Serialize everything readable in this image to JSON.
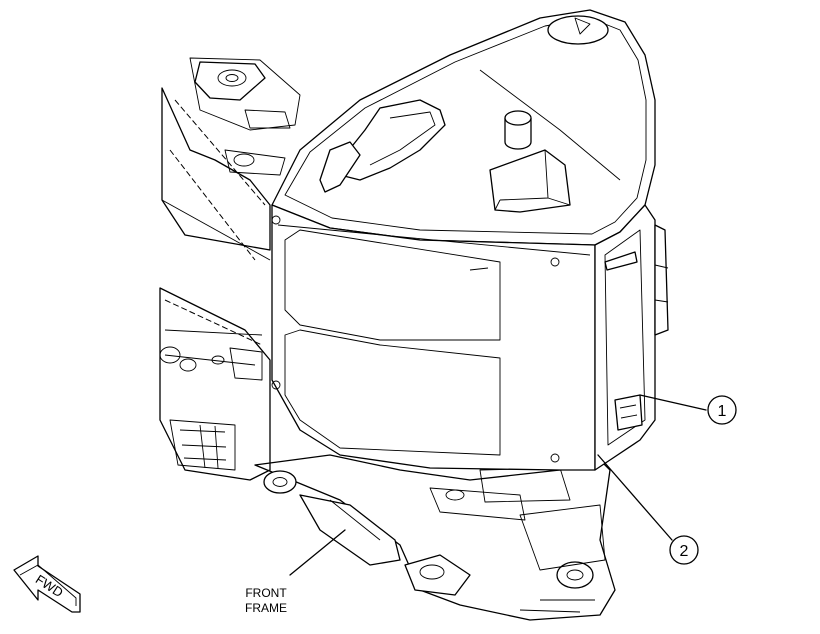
{
  "diagram": {
    "fwd_label": "FWD",
    "front_frame_label_line1": "FRONT",
    "front_frame_label_line2": "FRAME",
    "callouts": [
      {
        "number": "1"
      },
      {
        "number": "2"
      }
    ]
  }
}
